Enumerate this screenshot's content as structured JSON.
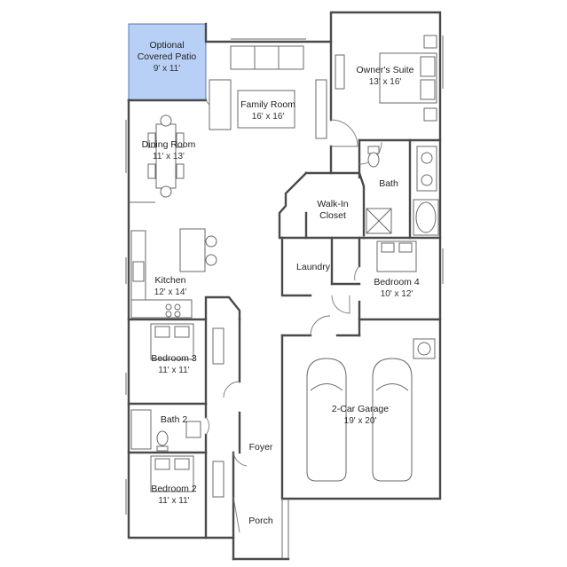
{
  "rooms": {
    "patio": {
      "name": "Optional\nCovered Patio",
      "name_1": "Optional",
      "name_2": "Covered Patio",
      "dim": "9' x 11'"
    },
    "family": {
      "name": "Family Room",
      "dim": "16' x 16'"
    },
    "owners": {
      "name": "Owner's Suite",
      "dim": "13' x 16'"
    },
    "dining": {
      "name": "Dining Room",
      "dim": "11' x 13'"
    },
    "bath": {
      "name": "Bath"
    },
    "closet": {
      "name_1": "Walk-In",
      "name_2": "Closet"
    },
    "laundry": {
      "name": "Laundry"
    },
    "bedroom4": {
      "name": "Bedroom 4",
      "dim": "10' x 12'"
    },
    "kitchen": {
      "name": "Kitchen",
      "dim": "12' x 14'"
    },
    "bedroom3": {
      "name": "Bedroom 3",
      "dim": "11' x 11'"
    },
    "garage": {
      "name": "2-Car Garage",
      "dim": "19' x 20'"
    },
    "bath2": {
      "name": "Bath 2"
    },
    "foyer": {
      "name": "Foyer"
    },
    "bedroom2": {
      "name": "Bedroom 2",
      "dim": "11' x 11'"
    },
    "porch": {
      "name": "Porch"
    }
  },
  "colors": {
    "patio_fill": "#b8d0f5",
    "patio_stroke": "#5a78b8",
    "wall": "#4a4a4a"
  }
}
